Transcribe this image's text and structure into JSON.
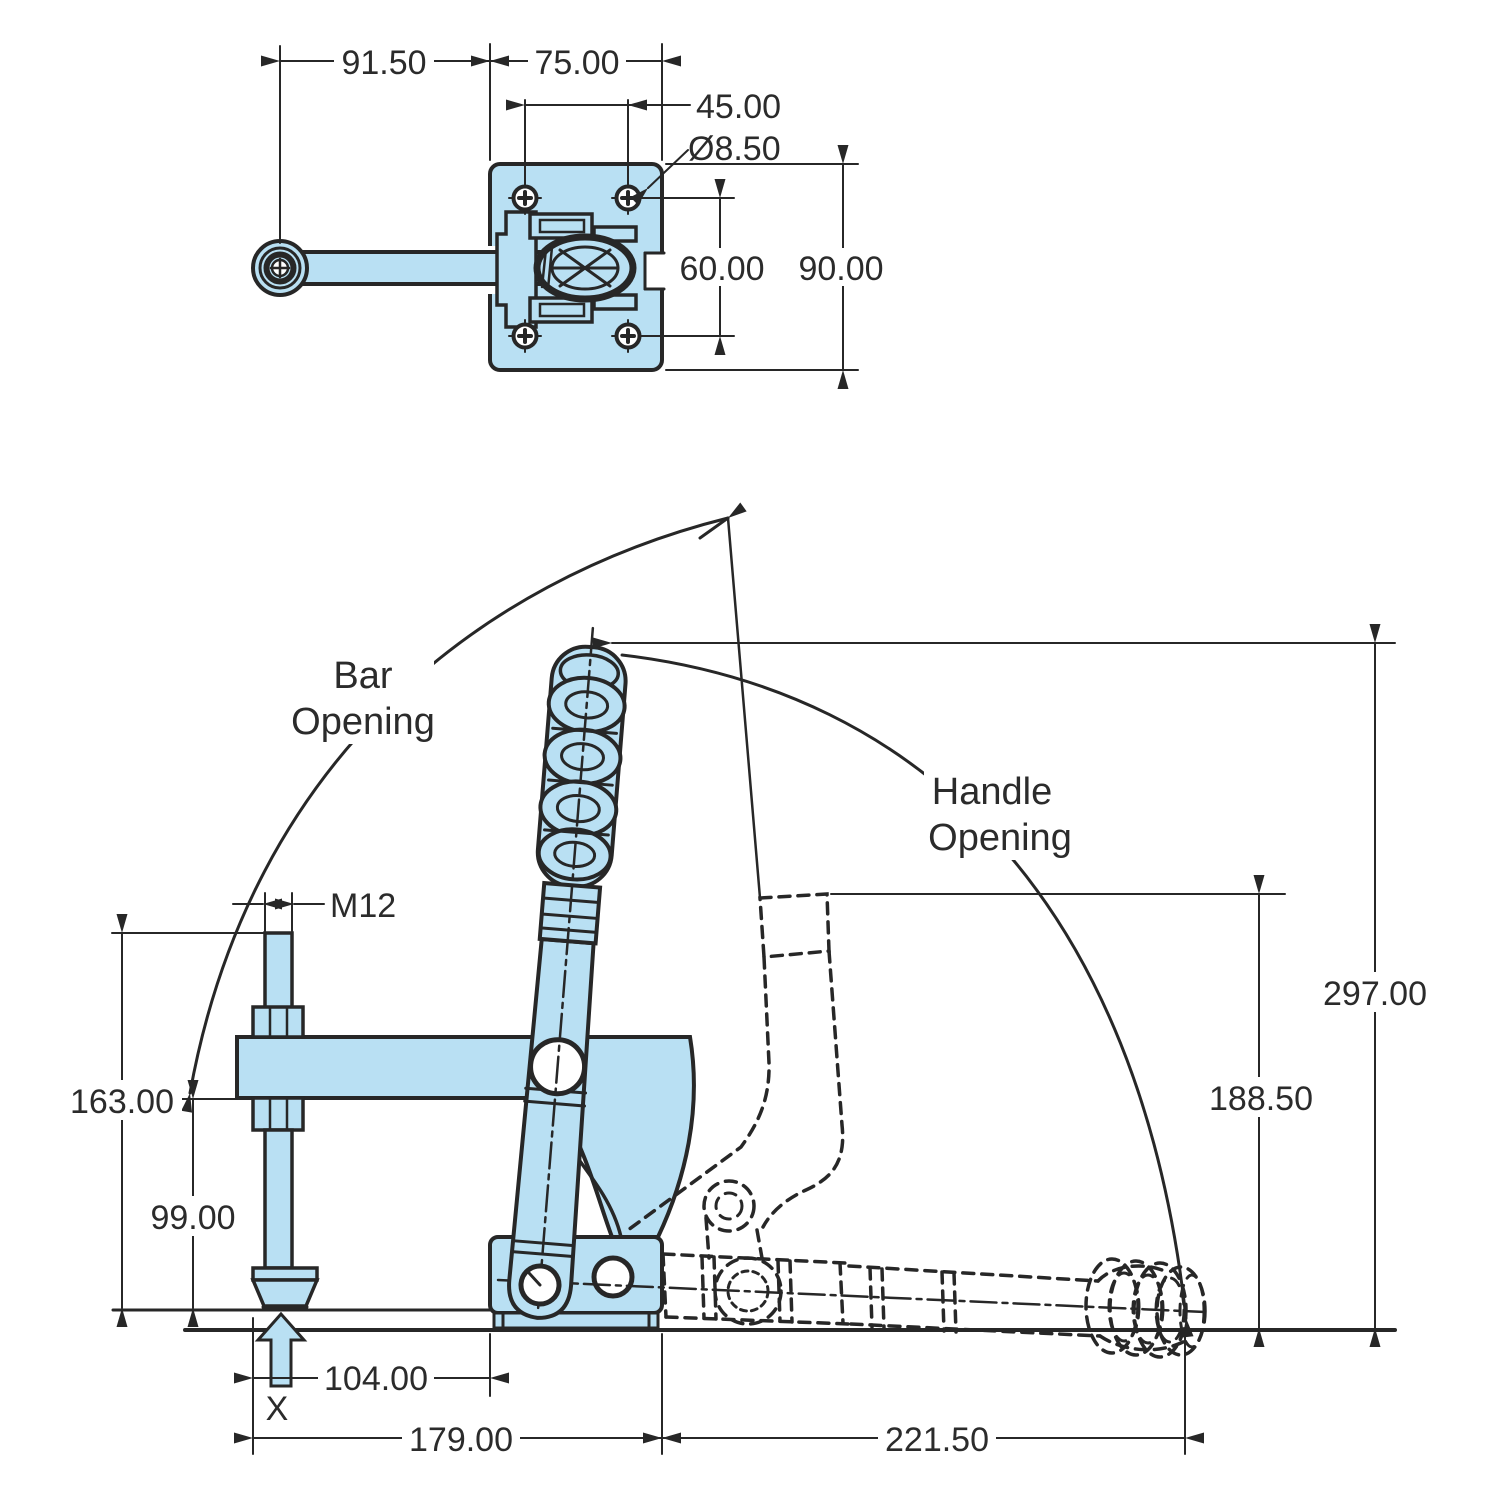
{
  "labels": {
    "bar_opening_line1": "Bar",
    "bar_opening_line2": "Opening",
    "handle_opening_line1": "Handle",
    "handle_opening_line2": "Opening",
    "force_point": "X",
    "thread_size": "M12"
  },
  "top_view": {
    "dims": {
      "arm_offset": "91.50",
      "plate_width": "75.00",
      "hole_spacing_x": "45.00",
      "hole_diameter": "Ø8.50",
      "hole_spacing_y": "60.00",
      "plate_height": "90.00"
    }
  },
  "side_view": {
    "dims": {
      "spindle_height": "163.00",
      "bar_height": "99.00",
      "spindle_to_base_front": "104.00",
      "base_length": "179.00",
      "handle_reach_open": "221.50",
      "overall_height": "297.00",
      "handle_open_height": "188.50"
    }
  },
  "colors": {
    "part_fill": "#b9e0f3",
    "line": "#272727"
  }
}
